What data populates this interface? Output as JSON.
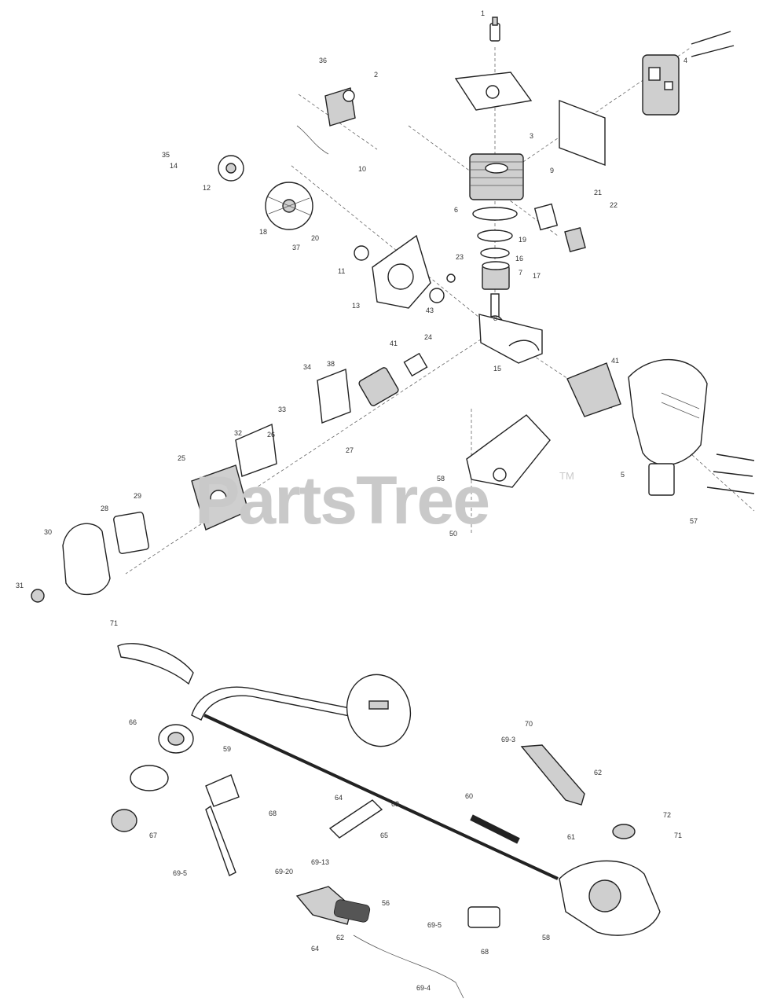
{
  "watermark": {
    "text": "PartsTree",
    "tm": "TM"
  },
  "labels": {
    "l1": "1",
    "l2": "2",
    "l3": "3",
    "l4": "4",
    "l5": "5",
    "l6": "6",
    "l7": "7",
    "l8": "8",
    "l9": "9",
    "l10": "10",
    "l11": "11",
    "l12": "12",
    "l13": "13",
    "l14": "14",
    "l15": "15",
    "l16": "16",
    "l17": "17",
    "l18": "18",
    "l19": "19",
    "l20": "20",
    "l21": "21",
    "l22": "22",
    "l23": "23",
    "l24": "24",
    "l25": "25",
    "l26": "26",
    "l27": "27",
    "l28": "28",
    "l29": "29",
    "l30": "30",
    "l31": "31",
    "l32": "32",
    "l33": "33",
    "l34": "34",
    "l35": "35",
    "l36": "36",
    "l37": "37",
    "l38": "38",
    "l41": "41",
    "l41b": "41",
    "l43": "43",
    "l50": "50",
    "l56": "56",
    "l57": "57",
    "l58": "58",
    "l59": "59",
    "l60": "60",
    "l61": "61",
    "l62": "62",
    "l63": "63",
    "l64": "64",
    "l65": "65",
    "l66": "66",
    "l67": "67",
    "l68": "68",
    "l69_3": "69-3",
    "l69_5": "69-5",
    "l69_13": "69-13",
    "l69_20": "69-20",
    "l69_4": "69-4",
    "l69_5b": "69-5",
    "l70": "70",
    "l71": "71",
    "l72": "72"
  }
}
